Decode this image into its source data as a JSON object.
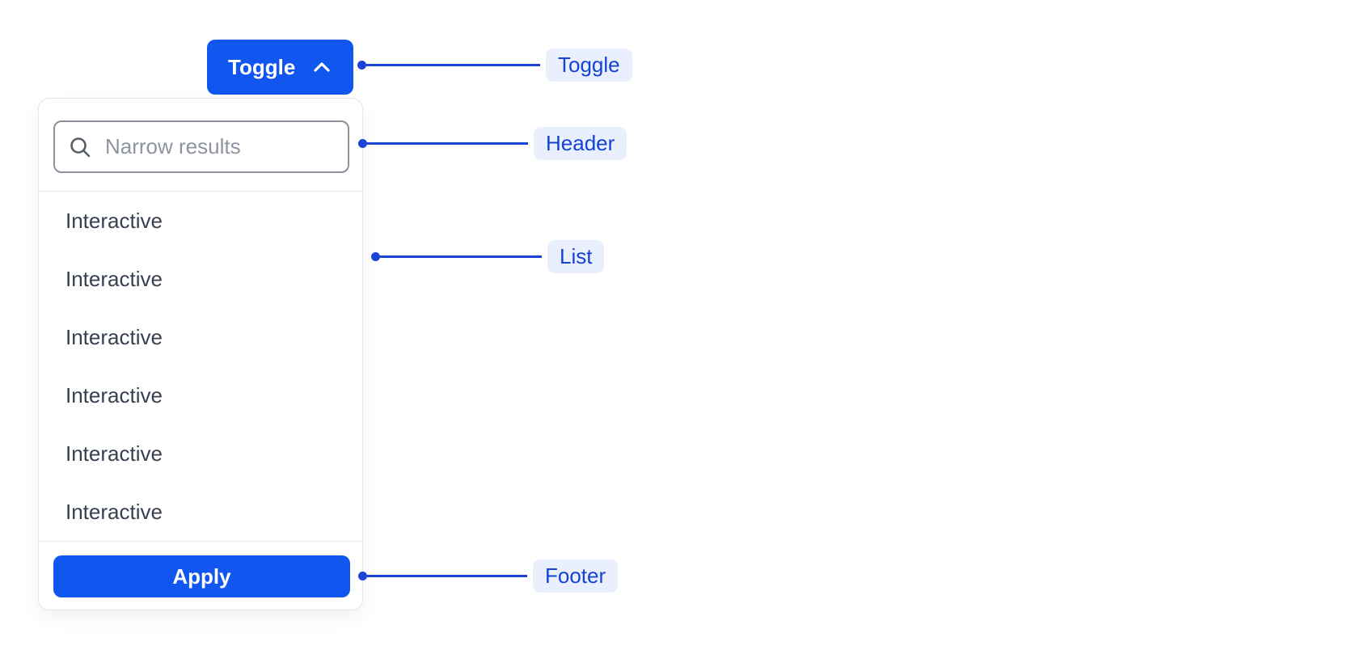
{
  "toggle_button": {
    "label": "Toggle",
    "icon": "chevron-up-icon"
  },
  "dropdown": {
    "header": {
      "search_placeholder": "Narrow results",
      "search_value": "",
      "icon": "search-icon"
    },
    "list": {
      "items": [
        {
          "label": "Interactive"
        },
        {
          "label": "Interactive"
        },
        {
          "label": "Interactive"
        },
        {
          "label": "Interactive"
        },
        {
          "label": "Interactive"
        },
        {
          "label": "Interactive"
        }
      ]
    },
    "footer": {
      "apply_label": "Apply"
    }
  },
  "annotations": [
    {
      "target": "toggle",
      "label": "Toggle"
    },
    {
      "target": "header",
      "label": "Header"
    },
    {
      "target": "list",
      "label": "List"
    },
    {
      "target": "footer",
      "label": "Footer"
    }
  ],
  "colors": {
    "primary_blue": "#1156ef",
    "annotation_blue": "#1b44d5",
    "badge_background": "#e9effc",
    "badge_text": "#1443d4",
    "item_text": "#364050",
    "panel_border": "#e5e5ea",
    "input_border": "#8b919c",
    "placeholder_text": "#8e949f"
  }
}
